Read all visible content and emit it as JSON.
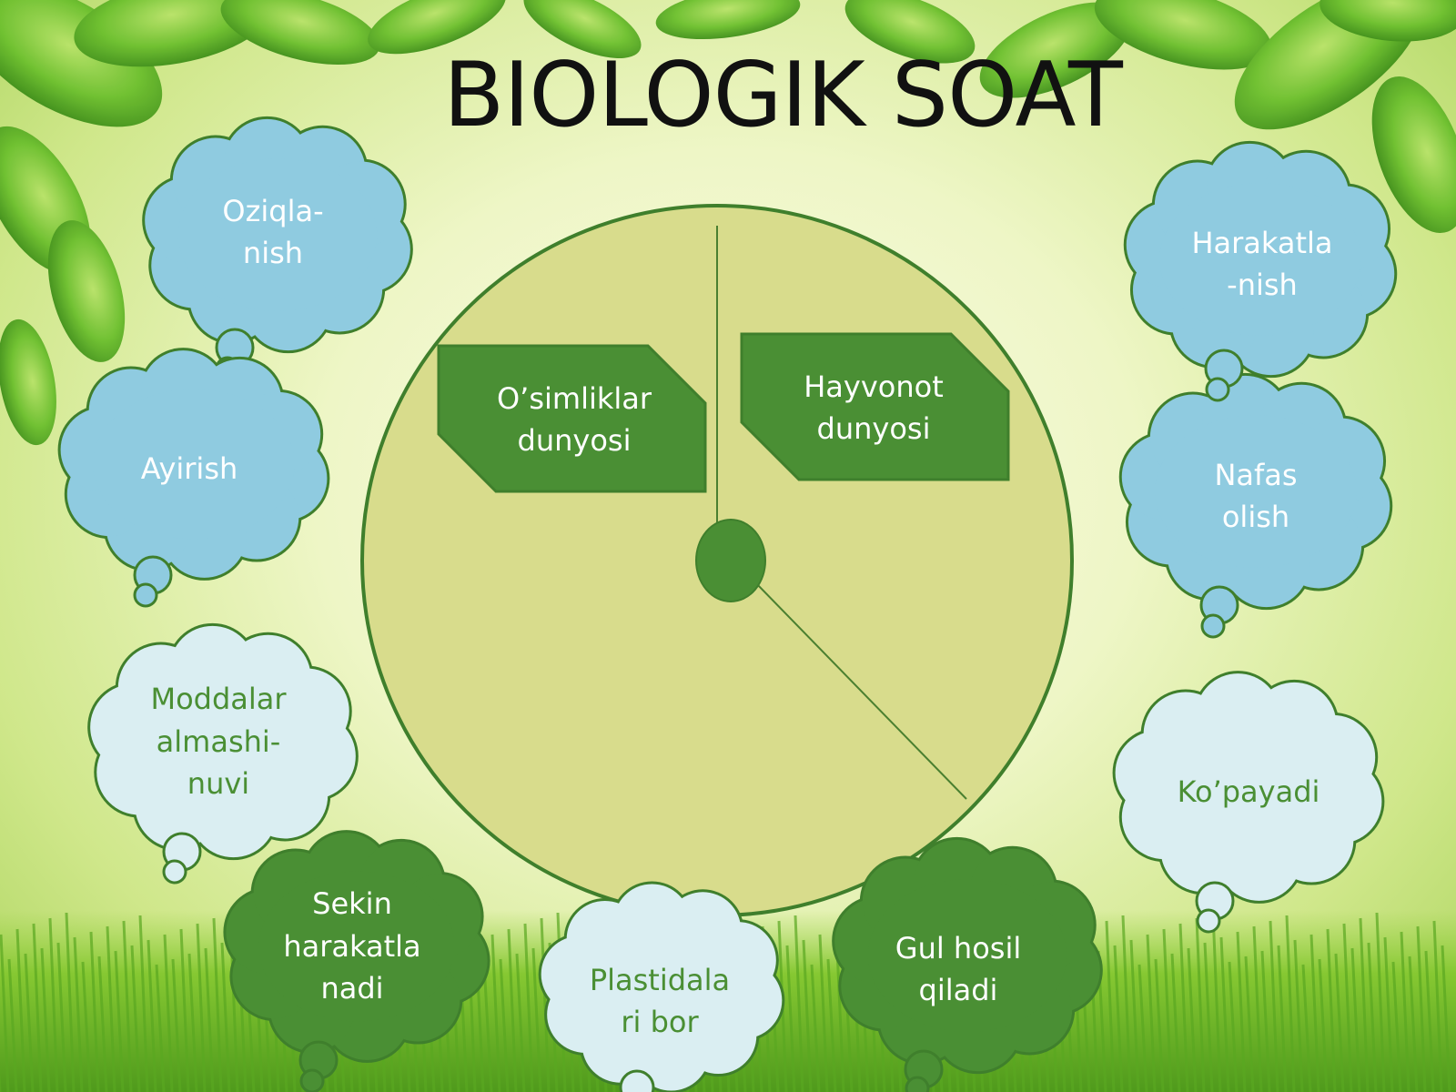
{
  "title": "BIOLOGIK SOAT",
  "sectors": {
    "plants": "O’simliklar\ndunyosi",
    "animals": "Hayvonot\ndunyosi"
  },
  "clouds": {
    "oziqlanish": "Oziqla-\nnish",
    "ayirish": "Ayirish",
    "moddalar": "Moddalar\nalmashi-\nnuvi",
    "sekin": "Sekin\nharakatla\nnadi",
    "plastidalar": "Plastidala\nri bor",
    "gul": "Gul hosil\nqiladi",
    "kopayadi": "Ko’payadi",
    "nafas": "Nafas\nolish",
    "harakatlanish": "Harakatla\n-nish"
  },
  "colors": {
    "clock_face": "#d8dc8c",
    "dark_green": "#4a8f34",
    "outline_green": "#3f7f2c",
    "cloud_blue": "#8fcbe0",
    "cloud_pale": "#daeef2",
    "text_blue": "#ffffff",
    "text_pale": "#4a8f34"
  }
}
